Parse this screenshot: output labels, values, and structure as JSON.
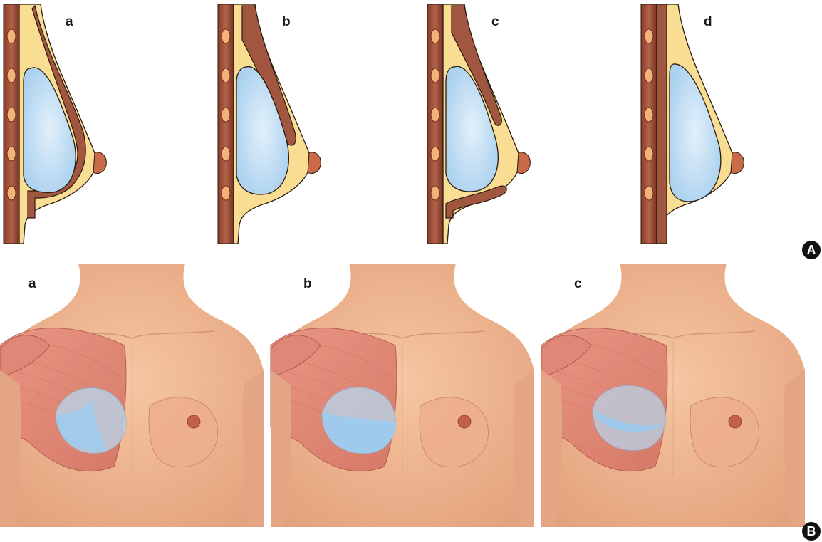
{
  "section_a": {
    "badge": "A",
    "panels": [
      {
        "label": "a"
      },
      {
        "label": "b"
      },
      {
        "label": "c"
      },
      {
        "label": "d"
      }
    ]
  },
  "section_b": {
    "badge": "B",
    "panels": [
      {
        "label": "a"
      },
      {
        "label": "b"
      },
      {
        "label": "c"
      }
    ]
  },
  "colors": {
    "fat": "#f8dd93",
    "muscle": "#a0563f",
    "implant": "#b7d8f0",
    "skin": "#efb691",
    "pectoral": "#e48e7f",
    "outline": "#2a1a10"
  }
}
